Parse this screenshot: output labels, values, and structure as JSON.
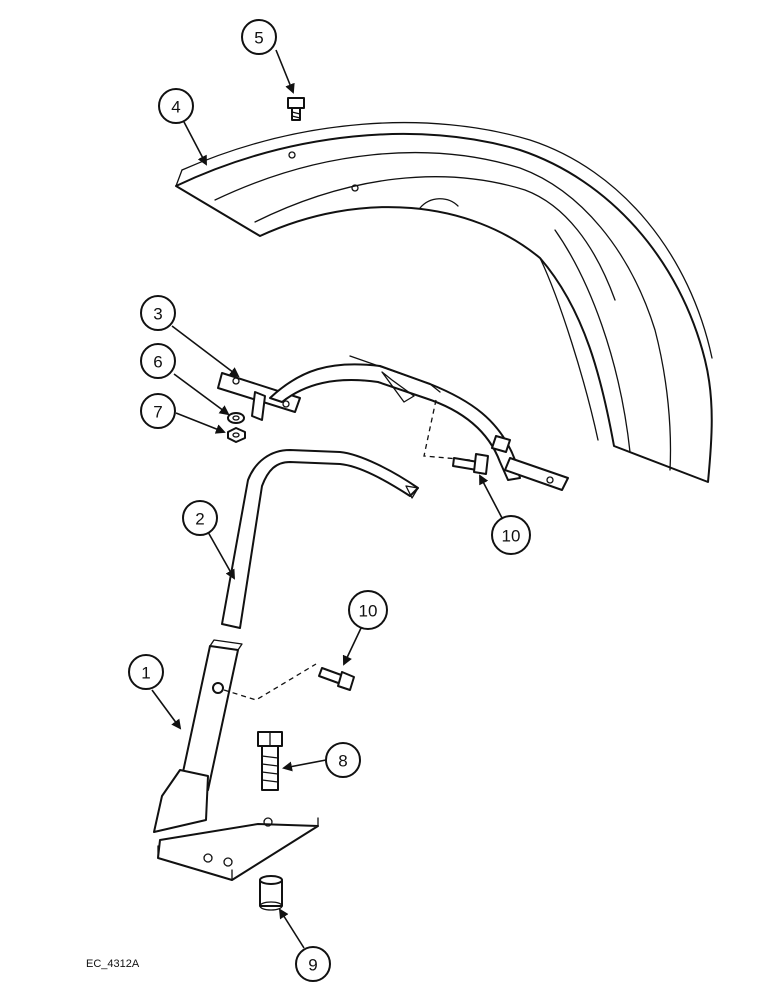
{
  "callouts": [
    {
      "label": "1"
    },
    {
      "label": "2"
    },
    {
      "label": "3"
    },
    {
      "label": "4"
    },
    {
      "label": "5"
    },
    {
      "label": "6"
    },
    {
      "label": "7"
    },
    {
      "label": "8"
    },
    {
      "label": "9"
    },
    {
      "label": "10"
    },
    {
      "label": "10"
    }
  ],
  "drawing_reference": "EC_4312A"
}
